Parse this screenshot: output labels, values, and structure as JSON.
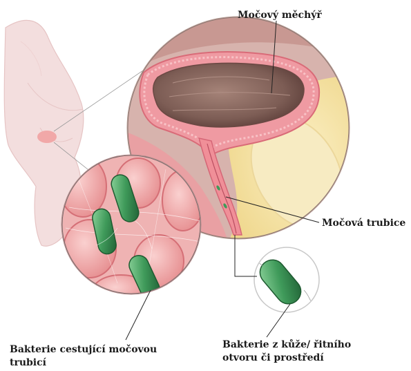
{
  "labels": {
    "bladder": "Močový měchýř",
    "urethra": "Močová trubice",
    "bacteria_travelling": [
      "Bakterie cestující močovou",
      "trubicí"
    ],
    "bacteria_source": [
      "Bakterie z kůže/ řitního",
      "otvoru či prostředí"
    ]
  },
  "colors": {
    "tissue_pink": "#e98e98",
    "bladder_interior": "#8a6a63",
    "fat_yellow": "#f4df9c",
    "bacteria_green": "#3f9a5a",
    "leader_line": "#222222"
  },
  "icons": [
    "body-silhouette-icon",
    "bladder-cross-section-icon",
    "bacteria-icon"
  ]
}
